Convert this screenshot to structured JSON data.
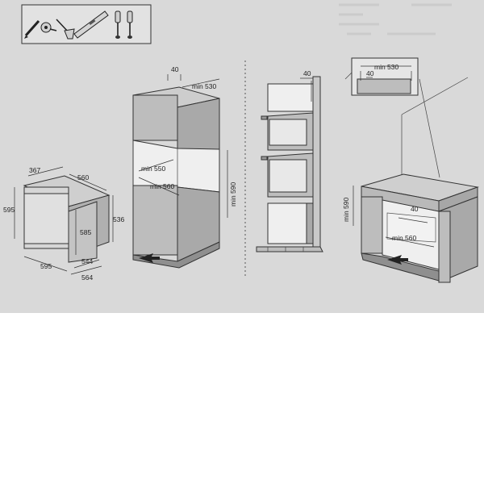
{
  "tools_panel": {
    "icons": [
      "pencil-icon",
      "tape-measure-icon",
      "drill-icon",
      "spirit-level-icon",
      "screwdriver-icon",
      "screwdriver-icon"
    ]
  },
  "oven": {
    "dims": {
      "depth_top": "367",
      "width_top": "560",
      "height_left": "595",
      "height_right": "536",
      "body_height": "585",
      "width_bottom": "595",
      "depth_bottom": "544",
      "depth_side": "564"
    }
  },
  "tall_cabinet": {
    "dims": {
      "top_gap": "40",
      "top_min": "min 530",
      "niche_depth": "min 550",
      "niche_width": "min 560",
      "niche_height": "min 590"
    }
  },
  "side_section": {
    "dims": {
      "top_gap": "40"
    }
  },
  "under_counter": {
    "dims": {
      "top_gap": "40",
      "top_min": "min 530",
      "niche_height": "min 590",
      "back_gap": "40",
      "niche_width": "min 560"
    }
  },
  "colors": {
    "background": "#d9d9d9",
    "cabinet": "#bdbdbd",
    "line": "#333333"
  }
}
